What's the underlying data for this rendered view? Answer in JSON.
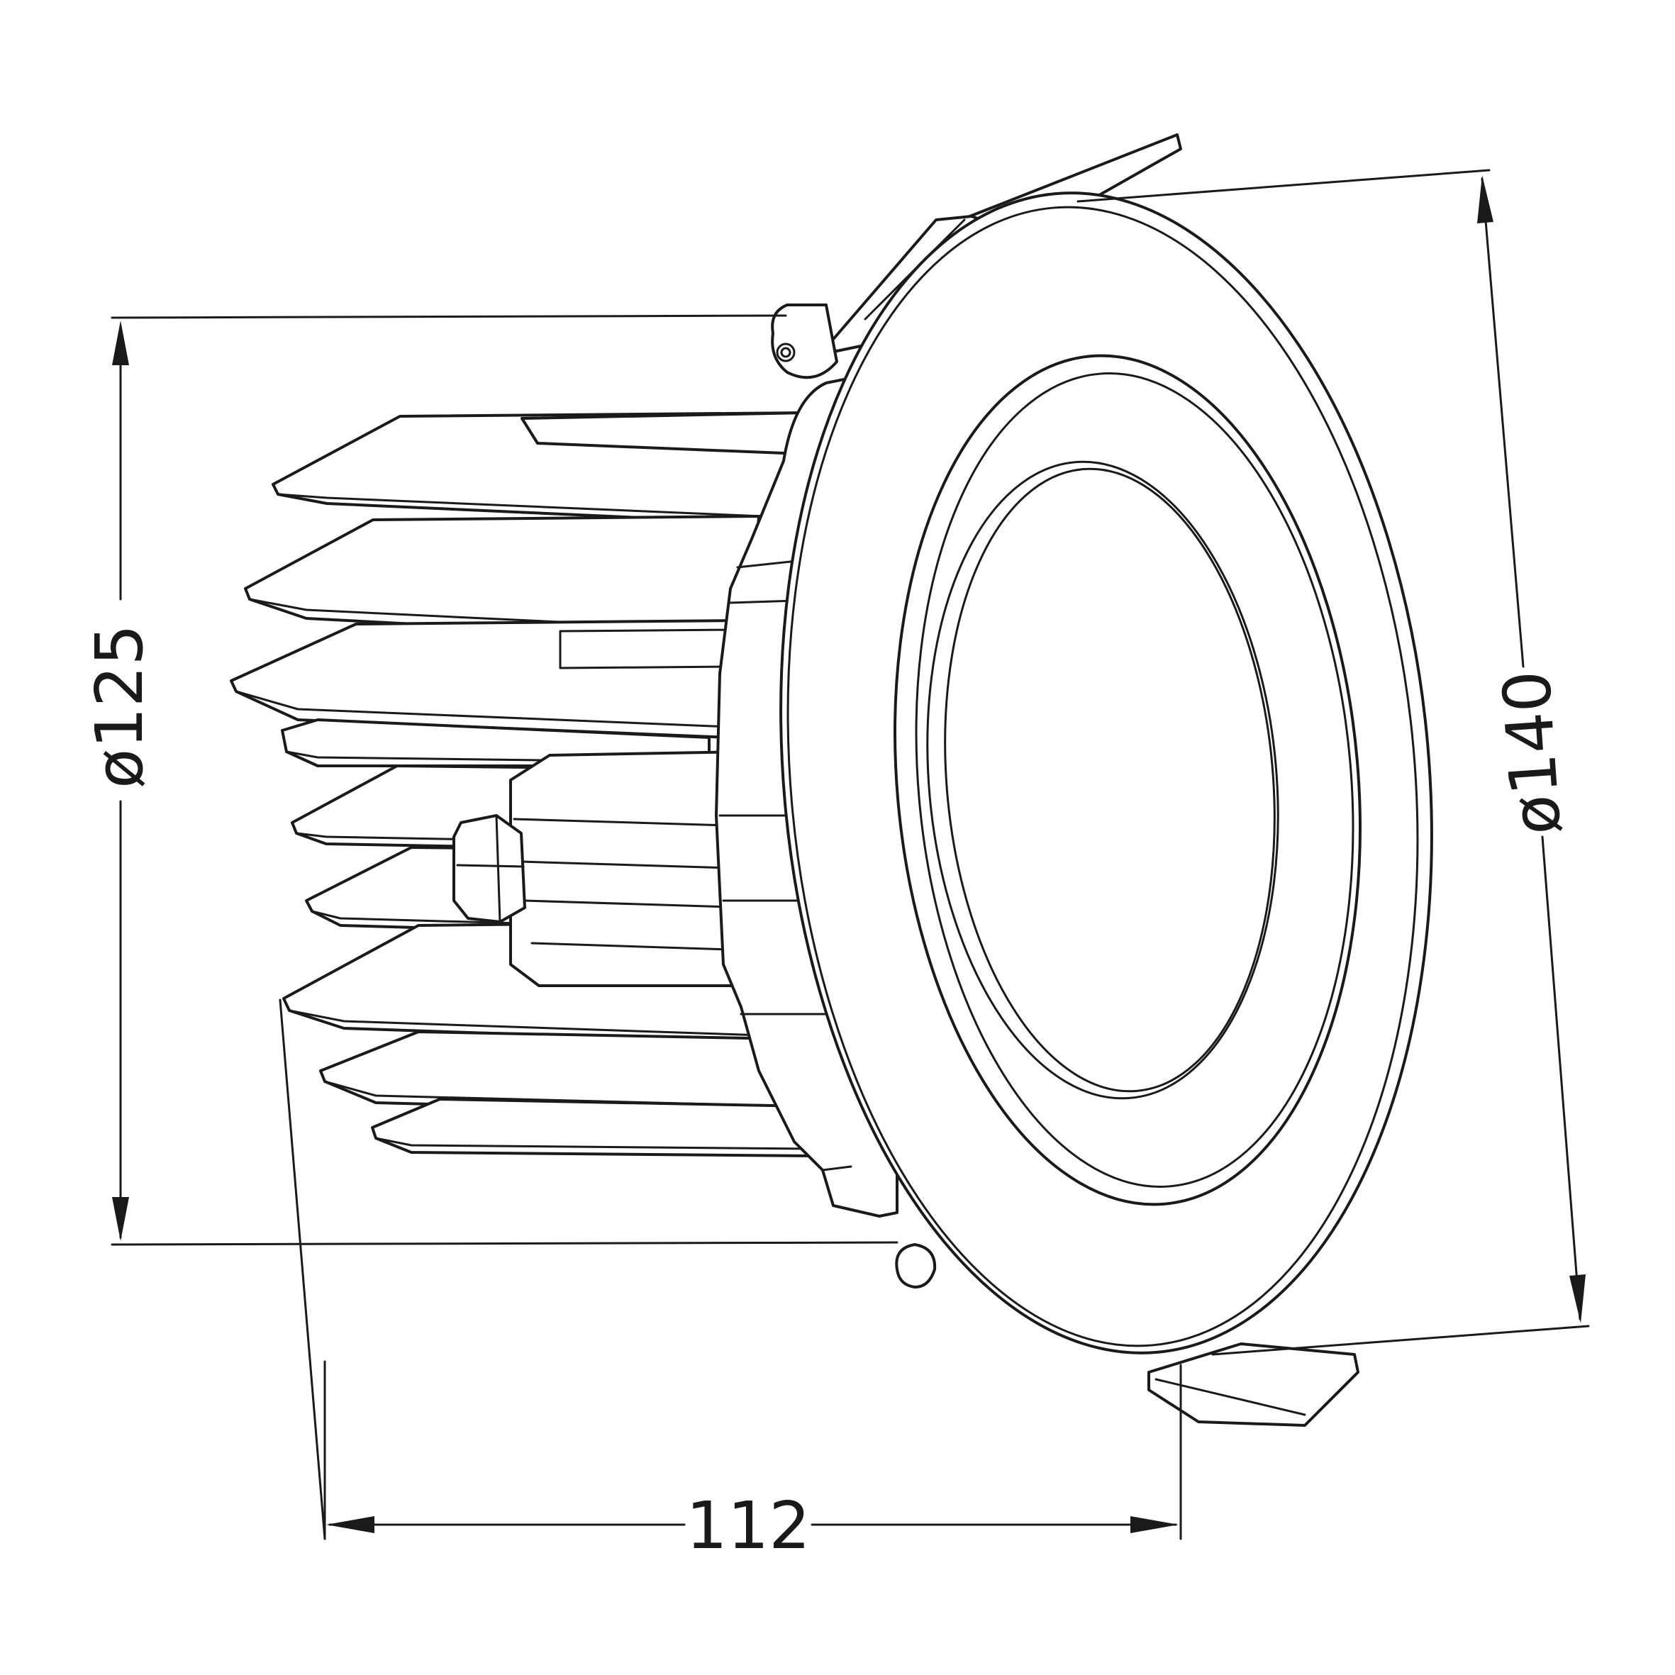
{
  "dimensions": {
    "body_diameter": "ø125",
    "trim_diameter": "ø140",
    "depth": "112"
  },
  "line_color": "#1a1a1a",
  "background_color": "#ffffff"
}
